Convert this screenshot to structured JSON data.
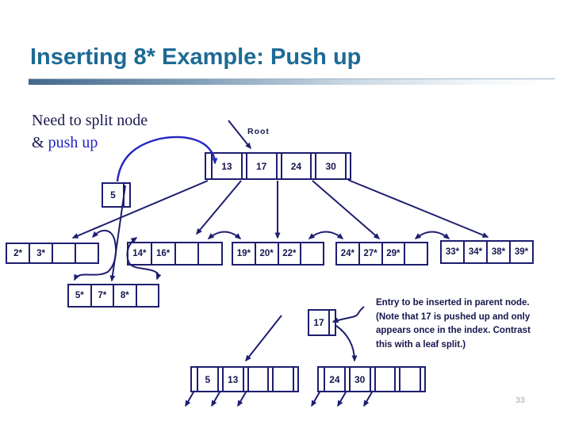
{
  "slide": {
    "title": "Inserting 8* Example: Push up",
    "page_number": "33",
    "annotation": {
      "line1": "Need to split node",
      "amp": "&",
      "push_up": " push up"
    },
    "root_label": "Root",
    "note": {
      "line1": "Entry to be inserted in parent node.",
      "line2": "(Note that 17 is pushed up and only",
      "line3": "appears once in the index. Contrast",
      "line4": "this with a leaf split.)"
    }
  },
  "tree": {
    "root": {
      "keys": [
        "13",
        "17",
        "24",
        "30"
      ]
    },
    "pushed_entry_node": {
      "key": "5"
    },
    "leaves": [
      {
        "cells": [
          "2*",
          "3*",
          "",
          ""
        ]
      },
      {
        "cells": [
          "14*",
          "16*",
          "",
          ""
        ]
      },
      {
        "cells": [
          "19*",
          "20*",
          "22*",
          ""
        ]
      },
      {
        "cells": [
          "24*",
          "27*",
          "29*",
          ""
        ]
      },
      {
        "cells": [
          "33*",
          "34*",
          "38*",
          "39*"
        ]
      }
    ],
    "new_leaf": {
      "cells": [
        "5*",
        "7*",
        "8*",
        ""
      ]
    },
    "parent_entry_node": {
      "key": "17"
    },
    "split_left_node": {
      "keys": [
        "5",
        "13",
        "",
        ""
      ]
    },
    "split_right_node": {
      "keys": [
        "24",
        "30",
        "",
        ""
      ]
    }
  },
  "colors": {
    "title_blue": "#1d6b95",
    "diagram_ink": "#1e1e70",
    "text_navy": "#16164e",
    "accent_blue": "#2323c4",
    "page_number_gray": "#a6a6a6"
  }
}
